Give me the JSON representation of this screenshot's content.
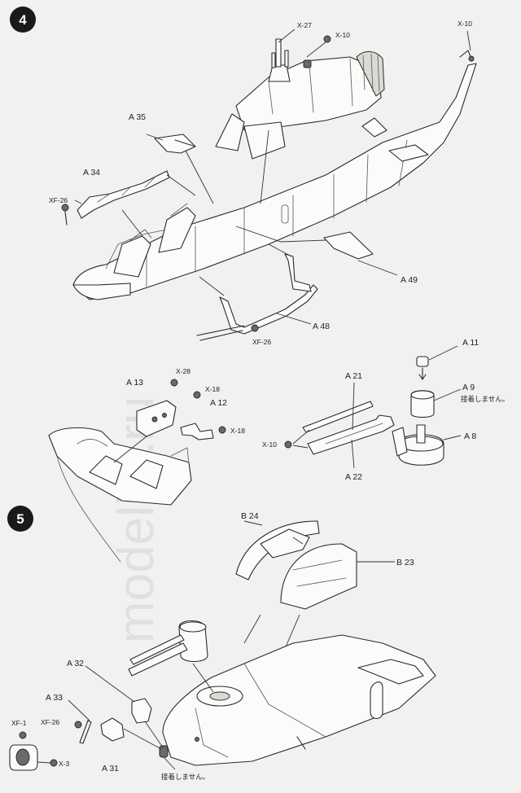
{
  "steps": [
    {
      "number": "4"
    },
    {
      "number": "5"
    }
  ],
  "labels": {
    "x27": "X-27",
    "x10_top": "X-10",
    "x10_tail": "X-10",
    "a35": "A 35",
    "a34": "A 34",
    "xf26_left": "XF-26",
    "a49": "A 49",
    "a48": "A 48",
    "xf26_skid": "XF-26",
    "a13": "A 13",
    "x28": "X-28",
    "x18_a": "X-18",
    "a12": "A 12",
    "x18_b": "X-18",
    "a21": "A 21",
    "a22": "A 22",
    "x10_gun": "X-10",
    "a11": "A 11",
    "a9": "A 9",
    "a9_note": "接着しません。",
    "a8": "A 8",
    "b24": "B 24",
    "b23": "B 23",
    "a32": "A 32",
    "a33": "A 33",
    "xf26_s5": "XF-26",
    "xf1": "XF-1",
    "x3": "X-3",
    "a31": "A 31",
    "note_bottom": "接着しません。"
  },
  "watermark": "modelist.ru",
  "colors": {
    "step_badge": "#1a1a1a",
    "paper": "#f1f1ef",
    "ink": "#2a2a2a"
  }
}
